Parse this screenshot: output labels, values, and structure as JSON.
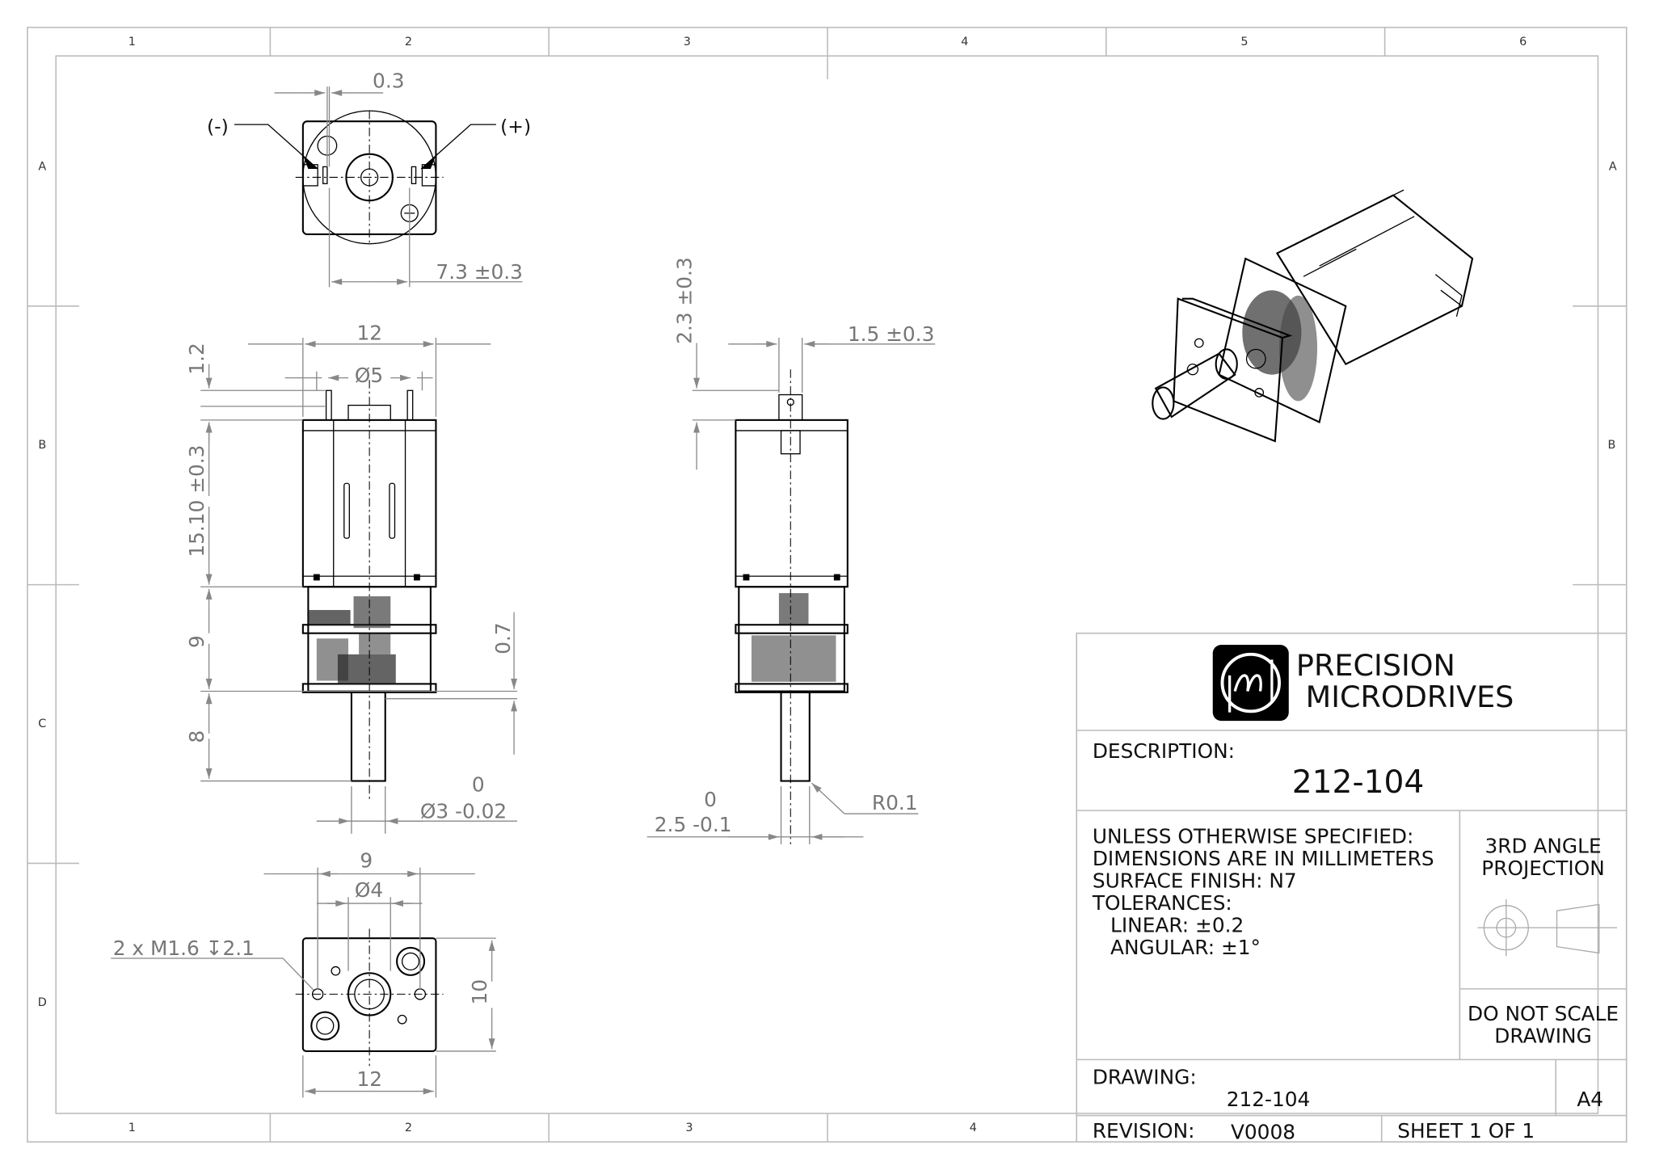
{
  "sheet": {
    "zones_columns_top": [
      "1",
      "2",
      "3",
      "4",
      "5",
      "6"
    ],
    "zones_columns_bottom": [
      "1",
      "2",
      "3",
      "4"
    ],
    "zones_rows_left": [
      "A",
      "B",
      "C",
      "D"
    ],
    "zones_rows_right": [
      "A",
      "B"
    ]
  },
  "top_view": {
    "dim_offset": "0.3",
    "dim_terminal_spacing": "7.3 ±0.3",
    "label_negative": "(-)",
    "label_positive": "(+)"
  },
  "front_view": {
    "dim_width": "12",
    "dim_diameter": "Ø5",
    "dim_terminal": "1.2",
    "dim_motor_length": "15.10 ±0.3",
    "dim_gearbox": "9",
    "dim_shaft_length": "8",
    "dim_plate": "0.7",
    "dim_shaft_dia_upper": "0",
    "dim_shaft_dia": "Ø3 -0.02"
  },
  "side_view": {
    "dim_terminal_height": "2.3 ±0.3",
    "dim_terminal_width": "1.5 ±0.3",
    "dim_radius": "R0.1",
    "dim_flat_upper": "0",
    "dim_flat": "2.5 -0.1"
  },
  "bottom_view": {
    "dim_hole_spacing": "9",
    "dim_boss": "Ø4",
    "dim_holes": "2 x M1.6 ↧2.1",
    "dim_height": "10",
    "dim_width": "12"
  },
  "title_block": {
    "company_line1": "PRECISION",
    "company_line2": "MICRODRIVES",
    "description_label": "DESCRIPTION:",
    "description_value": "212-104",
    "notes": [
      "UNLESS OTHERWISE SPECIFIED:",
      "DIMENSIONS ARE IN MILLIMETERS",
      "SURFACE FINISH: N7",
      "TOLERANCES:",
      "LINEAR: ±0.2",
      "ANGULAR: ±1°"
    ],
    "projection_line1": "3RD ANGLE",
    "projection_line2": "PROJECTION",
    "scale_note_line1": "DO NOT SCALE",
    "scale_note_line2": "DRAWING",
    "drawing_label": "DRAWING:",
    "drawing_value": "212-104",
    "paper_size": "A4",
    "revision_label": "REVISION:",
    "revision_value": "V0008",
    "sheet": "SHEET 1 OF 1"
  }
}
